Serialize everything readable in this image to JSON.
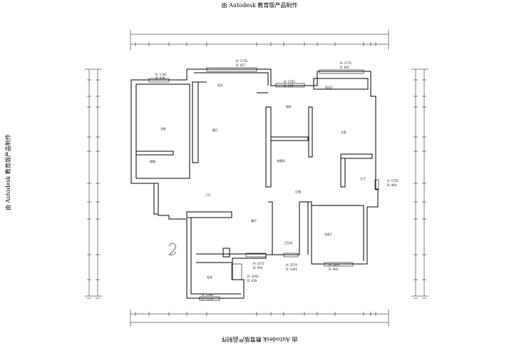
{
  "watermark": "由 Autodesk 教育版产品制作",
  "rooms": [
    "次卧",
    "储物",
    "客厅",
    "阳台",
    "厨房",
    "衣帽间",
    "主卧",
    "主卫",
    "过道",
    "门厅",
    "餐厅",
    "卫生间",
    "次卧2",
    "阳台2",
    "玄关"
  ],
  "windows": [
    {
      "h": "H: 1761",
      "d": "D: 676"
    },
    {
      "h": "H: 1778",
      "d": "D: 657"
    },
    {
      "h": "H: 1761",
      "d": "D: 678"
    },
    {
      "h": "H: 1775",
      "d": "D: 691"
    },
    {
      "h": "H: 1755",
      "d": "D: 964"
    },
    {
      "h": "H: 1472",
      "d": "D: 956"
    },
    {
      "h": "H: 1574",
      "d": "D: 1001"
    },
    {
      "h": "H: 1497",
      "d": "D: 992"
    },
    {
      "h": "H: 1650",
      "d": "D: 639"
    },
    {
      "h": "H: 1268",
      "d": "D: 1176"
    }
  ]
}
